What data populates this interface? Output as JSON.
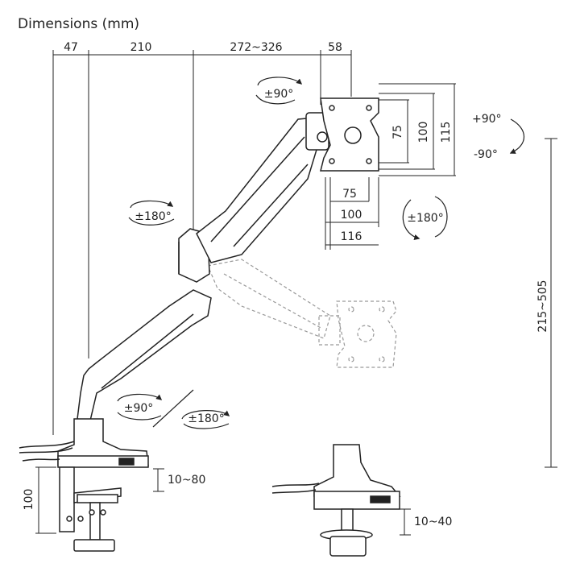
{
  "title": "Dimensions (mm)",
  "top_dimensions": [
    "47",
    "210",
    "272~326",
    "58"
  ],
  "vesa": {
    "v75": "75",
    "v100": "100",
    "v115": "115",
    "h75": "75",
    "h100": "100",
    "h116": "116"
  },
  "rotations": {
    "tilt_top": "±90°",
    "arm_mid": "±180°",
    "screen_spin": "±180°",
    "tilt_up": "+90°",
    "tilt_down": "-90°",
    "base_swivel": "±90°",
    "base_rotate": "±180°"
  },
  "height_range": "215~505",
  "clamp_height": "100",
  "clamp_range": "10~80",
  "grommet_range": "10~40"
}
